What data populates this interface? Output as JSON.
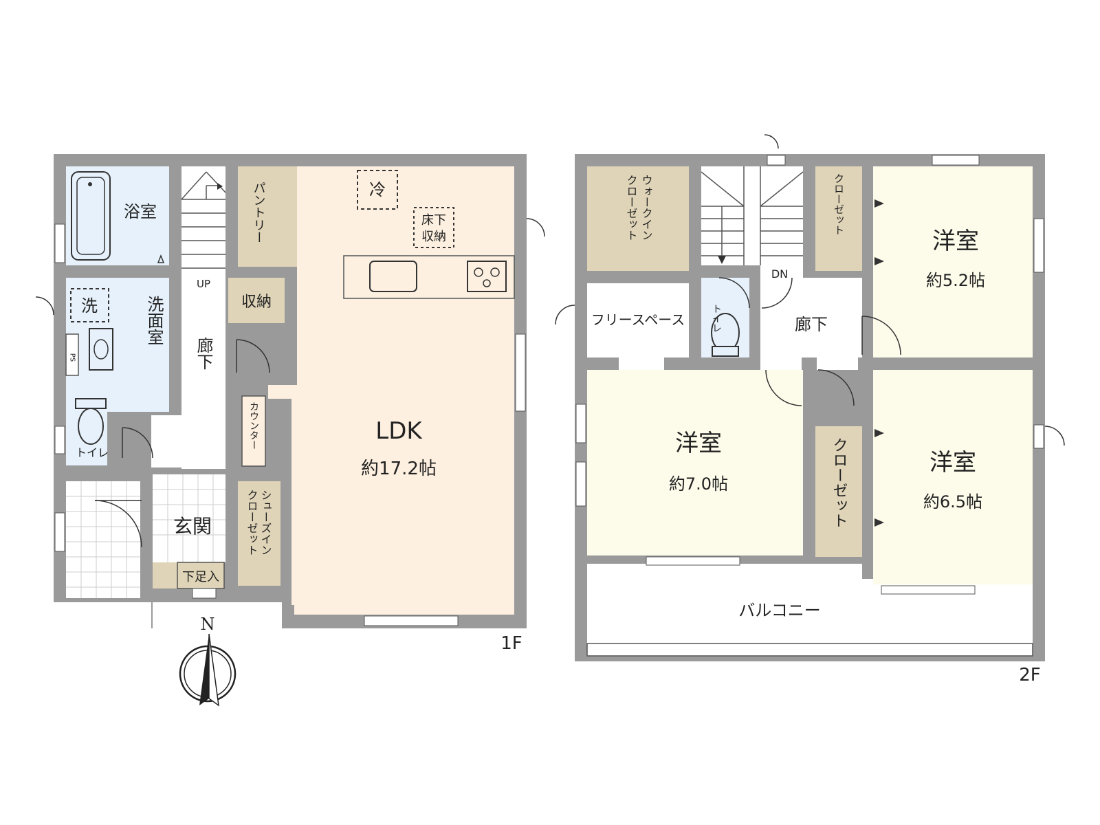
{
  "floor1": {
    "label": "1F",
    "rooms": {
      "bath": "浴室",
      "washer": "洗",
      "washroom": "洗面室",
      "ps": "PS",
      "toilet": "トイレ",
      "corridor": "廊下",
      "up": "UP",
      "pantry": "パントリー",
      "storage": "収納",
      "fridge": "冷",
      "underfloor": [
        "床下",
        "収納"
      ],
      "counter": "カウンター",
      "ldk": "LDK",
      "ldk_size": "約17.2帖",
      "entrance": "玄関",
      "shoes_closet": [
        "シューズイン",
        "クローゼット"
      ],
      "shoe_box": "下足入"
    }
  },
  "floor2": {
    "label": "2F",
    "rooms": {
      "walkin": [
        "ウォークイン",
        "クローゼット"
      ],
      "free_space": "フリースペース",
      "toilet": "トイレ",
      "dn": "DN",
      "corridor": "廊下",
      "closet": "クローゼット",
      "western": "洋室",
      "size_nw": "約5.2帖",
      "size_c": "約7.0帖",
      "size_e": "約6.5帖",
      "balcony": "バルコニー"
    }
  },
  "compass": {
    "north": "N"
  },
  "colors": {
    "wall": "#9a9a9a",
    "ldk": "#fdf0e0",
    "wet": "#e6f1fb",
    "storage": "#dfd4b8",
    "western": "#fdfbea",
    "corridor": "#ffffff"
  }
}
